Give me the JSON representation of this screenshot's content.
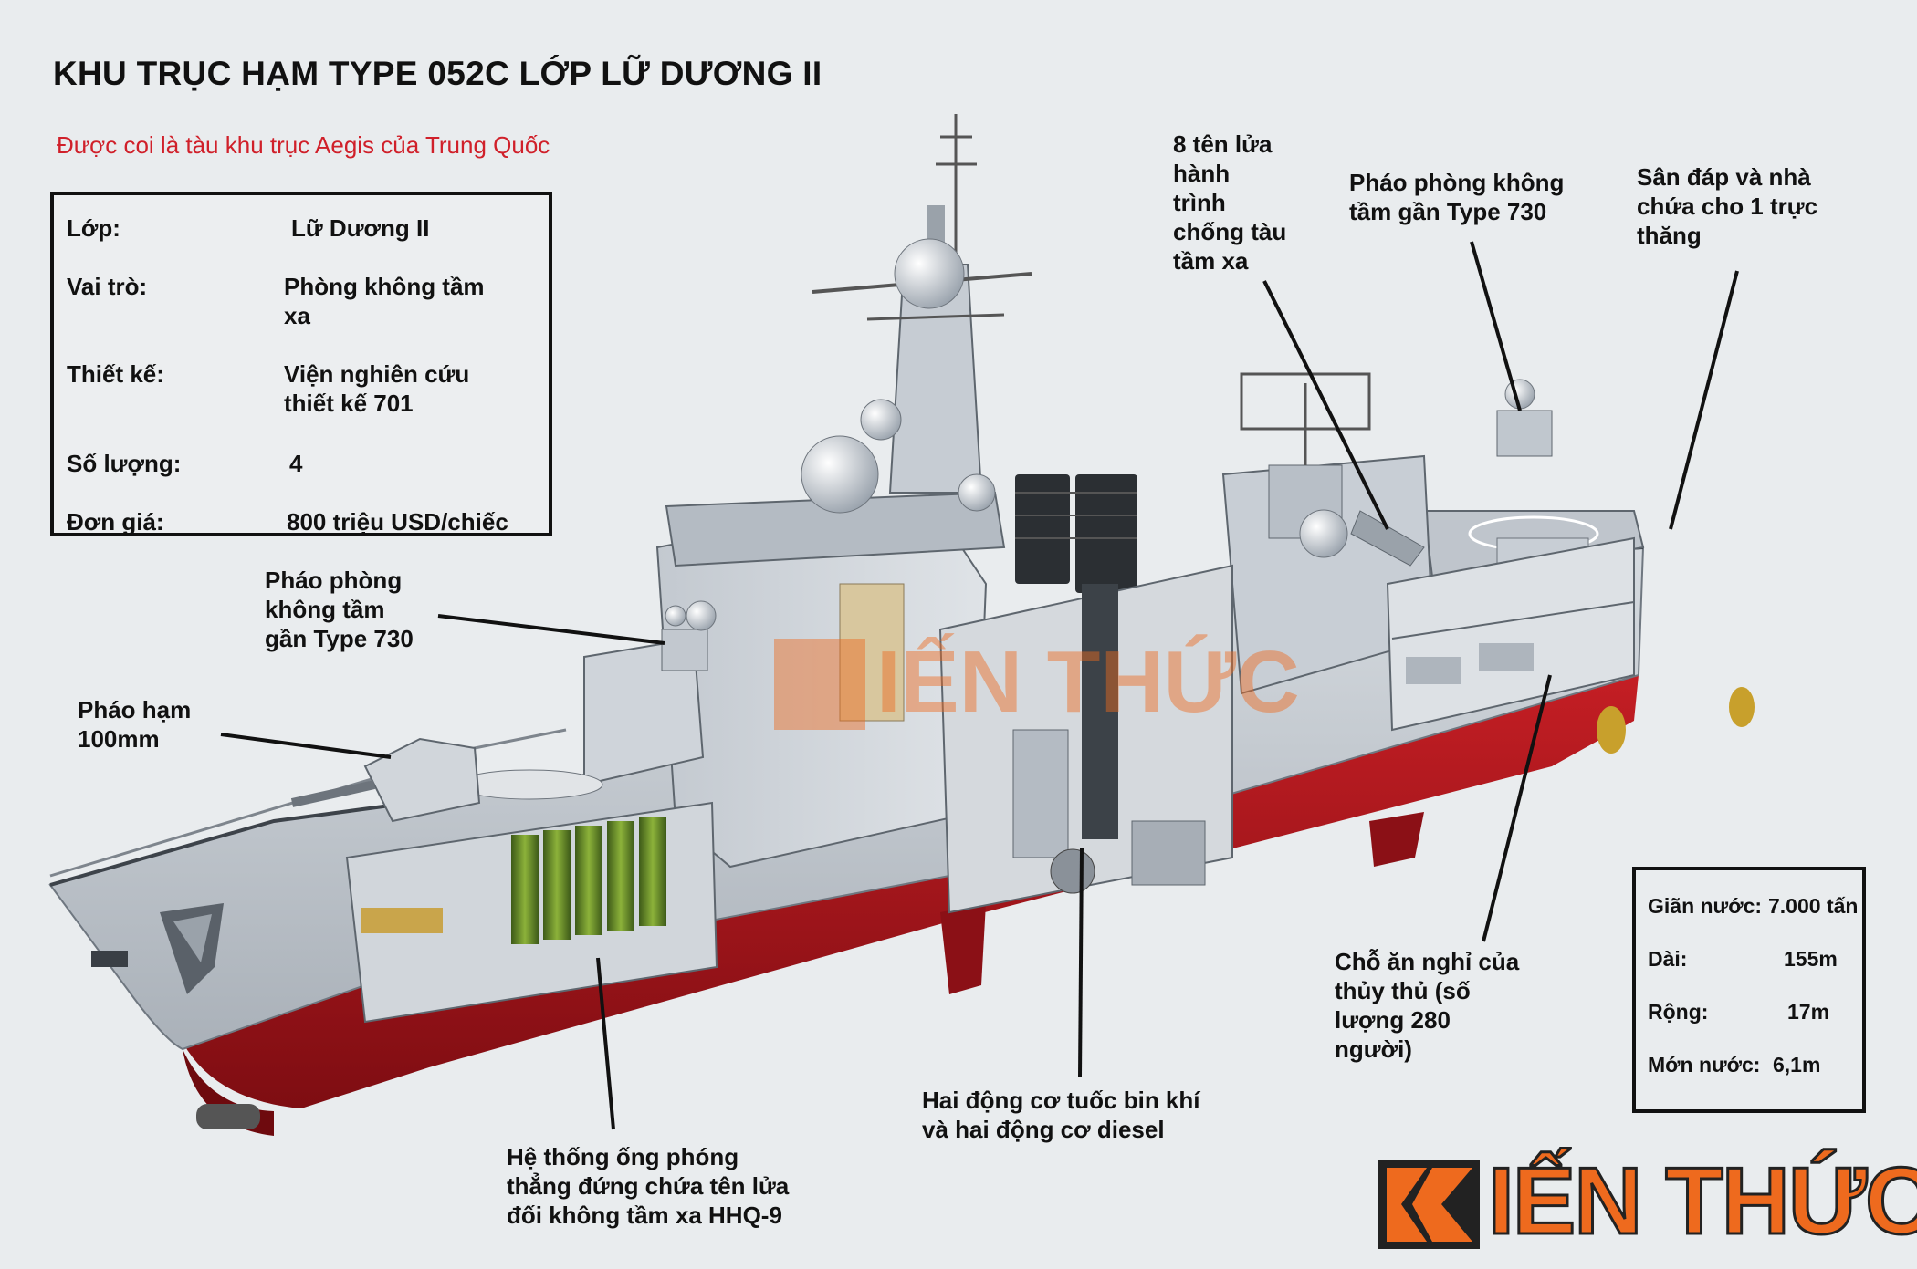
{
  "header": {
    "title": "KHU TRỤC HẠM TYPE 052C LỚP LỮ DƯƠNG II",
    "subtitle": "Được coi là tàu khu trục Aegis của Trung Quốc"
  },
  "specs": [
    {
      "key": "Lớp:",
      "value": "Lữ Dương II"
    },
    {
      "key": "Vai trò:",
      "value": "Phòng không tầm xa"
    },
    {
      "key": "Thiết kế:",
      "value": "Viện nghiên cứu thiết kế 701"
    },
    {
      "key": "Số lượng:",
      "value": "4"
    },
    {
      "key": "Đơn giá:",
      "value": "800 triệu USD/chiếc"
    }
  ],
  "dimensions": [
    {
      "key": "Giãn nước:",
      "value": "7.000 tấn"
    },
    {
      "key": "Dài:",
      "value": "155m"
    },
    {
      "key": "Rộng:",
      "value": "17m"
    },
    {
      "key": "Mớn nước:",
      "value": "6,1m"
    }
  ],
  "callouts": {
    "missiles": [
      "8 tên lửa",
      "hành",
      "trình",
      "chống tàu",
      "tầm xa"
    ],
    "ciws_aft": [
      "Pháo phòng không",
      "tầm gần Type 730"
    ],
    "helipad": [
      "Sân đáp và nhà",
      "chứa cho 1 trực",
      "thăng"
    ],
    "ciws_fwd": [
      "Pháo phòng",
      "không tầm",
      "gần Type 730"
    ],
    "gun": [
      "Pháo hạm",
      "100mm"
    ],
    "quarters": [
      "Chỗ ăn nghỉ của",
      "thủy thủ (số",
      "lượng 280",
      "người)"
    ],
    "engines": [
      "Hai động cơ tuốc bin khí",
      "và hai động cơ diesel"
    ],
    "vls": [
      "Hệ thống ống phóng",
      "thẳng đứng chứa tên lửa",
      "đối không tầm xa HHQ-9"
    ]
  },
  "watermark": {
    "letter": "K",
    "text": "IẾN THỨC"
  },
  "colors": {
    "hull_gray": "#c9cfd6",
    "hull_red": "#b3161c",
    "logo_orange": "#ee6a1e",
    "logo_dark": "#222222",
    "title_red": "#d0202a"
  }
}
